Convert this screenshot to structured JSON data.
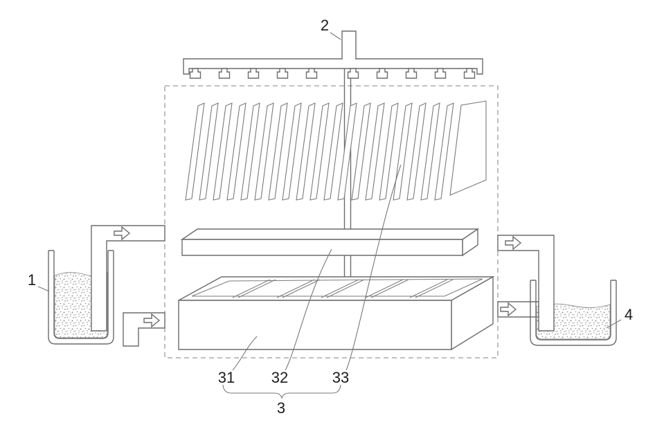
{
  "figure": {
    "type": "patent-schematic",
    "labels": {
      "feed_tank": "1",
      "spray_inlet": "2",
      "assembly": "3",
      "collection_box": "31",
      "distribution_plate": "32",
      "plate_stack": "33",
      "receiving_tank": "4"
    },
    "colors": {
      "line": "#6b6b6b",
      "plate_line": "#7a7a7a",
      "dashed_border": "#9a9a9a",
      "stipple": "#909090",
      "label_text": "#1c1c1c",
      "background": "#ffffff"
    }
  }
}
